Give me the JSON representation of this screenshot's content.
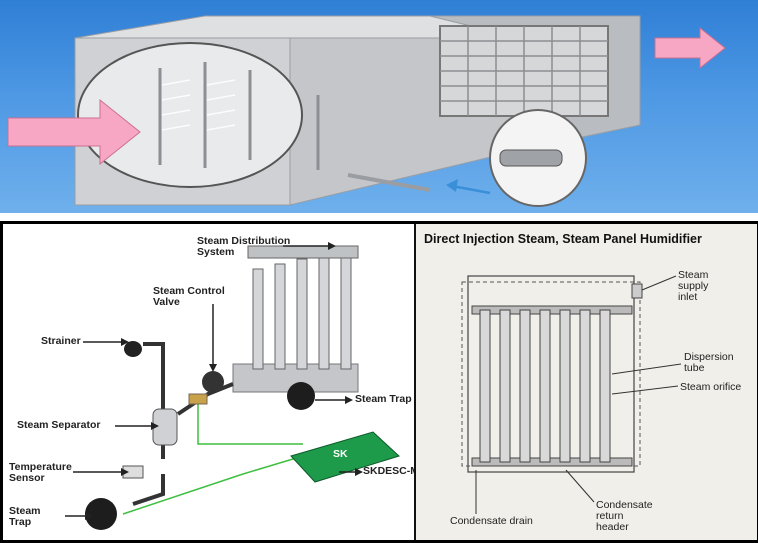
{
  "lower_left_labels": {
    "steam_distribution_system": "Steam Distribution\nSystem",
    "steam_control_valve": "Steam Control\nValve",
    "strainer": "Strainer",
    "steam_separator": "Steam Separator",
    "temperature_sensor": "Temperature\nSensor",
    "steam_trap_bottom": "Steam\nTrap",
    "steam_trap_right": "Steam Trap",
    "controller": "SKDESC-M",
    "controller_badge": "SK"
  },
  "lower_right": {
    "title": "Direct Injection Steam, Steam Panel Humidifier",
    "steam_supply_inlet": "Steam\nsupply\ninlet",
    "dispersion_tube": "Dispersion\ntube",
    "steam_orifice": "Steam orifice",
    "condensate_drain": "Condensate drain",
    "condensate_return_header": "Condensate\nreturn\nheader"
  },
  "colors": {
    "top_bg": "#3d8be0",
    "duct_body": "#c9cbce",
    "airflow_arrow": "#f7a7c4",
    "steam_arrow": "#3a8fd9",
    "condensate_line": "#3fbf3f",
    "controller_green": "#1e9b4a"
  }
}
